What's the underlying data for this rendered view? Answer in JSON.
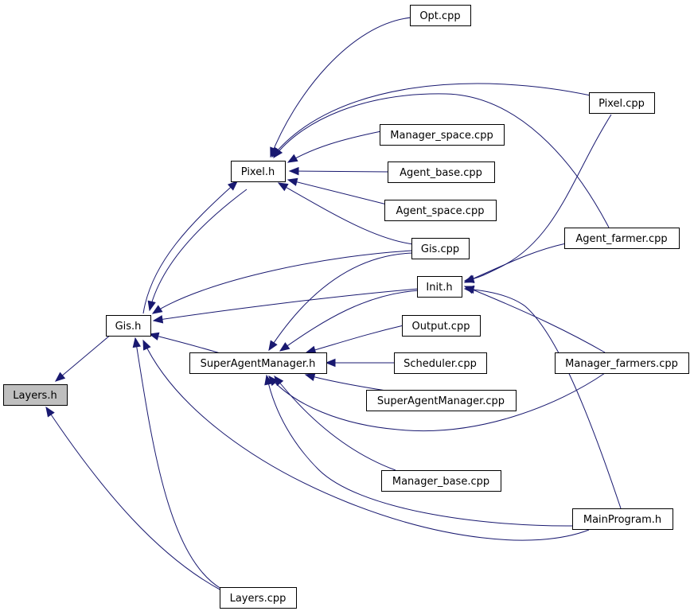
{
  "colors": {
    "edge": "#191970",
    "root_fill": "#bfbfbf",
    "node_fill": "#ffffff",
    "node_stroke": "#000000"
  },
  "nodes": [
    {
      "id": "layers_h",
      "label": "Layers.h",
      "root": true
    },
    {
      "id": "gis_h",
      "label": "Gis.h"
    },
    {
      "id": "pixel_h",
      "label": "Pixel.h"
    },
    {
      "id": "superagentmanager_h",
      "label": "SuperAgentManager.h"
    },
    {
      "id": "init_h",
      "label": "Init.h"
    },
    {
      "id": "opt_cpp",
      "label": "Opt.cpp"
    },
    {
      "id": "pixel_cpp",
      "label": "Pixel.cpp"
    },
    {
      "id": "manager_space_cpp",
      "label": "Manager_space.cpp"
    },
    {
      "id": "agent_base_cpp",
      "label": "Agent_base.cpp"
    },
    {
      "id": "agent_space_cpp",
      "label": "Agent_space.cpp"
    },
    {
      "id": "gis_cpp",
      "label": "Gis.cpp"
    },
    {
      "id": "agent_farmer_cpp",
      "label": "Agent_farmer.cpp"
    },
    {
      "id": "output_cpp",
      "label": "Output.cpp"
    },
    {
      "id": "scheduler_cpp",
      "label": "Scheduler.cpp"
    },
    {
      "id": "superagentmanager_cpp",
      "label": "SuperAgentManager.cpp"
    },
    {
      "id": "manager_farmers_cpp",
      "label": "Manager_farmers.cpp"
    },
    {
      "id": "manager_base_cpp",
      "label": "Manager_base.cpp"
    },
    {
      "id": "mainprogram_h",
      "label": "MainProgram.h"
    },
    {
      "id": "layers_cpp",
      "label": "Layers.cpp"
    }
  ],
  "edges": [
    {
      "from": "gis_h",
      "to": "layers_h"
    },
    {
      "from": "layers_cpp",
      "to": "layers_h"
    },
    {
      "from": "pixel_h",
      "to": "gis_h"
    },
    {
      "from": "gis_cpp",
      "to": "gis_h"
    },
    {
      "from": "init_h",
      "to": "gis_h"
    },
    {
      "from": "superagentmanager_h",
      "to": "gis_h"
    },
    {
      "from": "layers_cpp",
      "to": "gis_h"
    },
    {
      "from": "mainprogram_h",
      "to": "gis_h"
    },
    {
      "from": "gis_h",
      "to": "pixel_h"
    },
    {
      "from": "opt_cpp",
      "to": "pixel_h"
    },
    {
      "from": "pixel_cpp",
      "to": "pixel_h"
    },
    {
      "from": "agent_farmer_cpp",
      "to": "pixel_h"
    },
    {
      "from": "manager_space_cpp",
      "to": "pixel_h"
    },
    {
      "from": "agent_base_cpp",
      "to": "pixel_h"
    },
    {
      "from": "agent_space_cpp",
      "to": "pixel_h"
    },
    {
      "from": "gis_cpp",
      "to": "pixel_h"
    },
    {
      "from": "pixel_cpp",
      "to": "init_h"
    },
    {
      "from": "agent_farmer_cpp",
      "to": "init_h"
    },
    {
      "from": "manager_farmers_cpp",
      "to": "init_h"
    },
    {
      "from": "mainprogram_h",
      "to": "init_h"
    },
    {
      "from": "gis_cpp",
      "to": "superagentmanager_h"
    },
    {
      "from": "init_h",
      "to": "superagentmanager_h"
    },
    {
      "from": "output_cpp",
      "to": "superagentmanager_h"
    },
    {
      "from": "scheduler_cpp",
      "to": "superagentmanager_h"
    },
    {
      "from": "superagentmanager_cpp",
      "to": "superagentmanager_h"
    },
    {
      "from": "manager_farmers_cpp",
      "to": "superagentmanager_h"
    },
    {
      "from": "manager_base_cpp",
      "to": "superagentmanager_h"
    },
    {
      "from": "mainprogram_h",
      "to": "superagentmanager_h"
    }
  ]
}
